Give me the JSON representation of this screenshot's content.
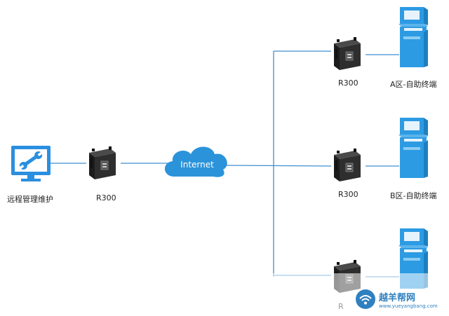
{
  "colors": {
    "link": "#3f8fd0",
    "monitor": "#2a8fe0",
    "cloud": "#2b93d9",
    "router_body": "#2b2b2b",
    "kiosk": "#2c9be3",
    "watermark": "#2f80c0"
  },
  "nodes": {
    "monitor": {
      "icon": "monitor-wrench-icon",
      "label": "远程管理维护"
    },
    "router_left": {
      "icon": "router-icon",
      "label": "R300"
    },
    "cloud": {
      "icon": "cloud-icon",
      "label": "Internet"
    },
    "router_a": {
      "icon": "router-icon",
      "label": "R300"
    },
    "router_b": {
      "icon": "router-icon",
      "label": "R300"
    },
    "router_c": {
      "icon": "router-icon",
      "label": "R"
    },
    "kiosk_a": {
      "icon": "kiosk-icon",
      "label": "A区-自助终端"
    },
    "kiosk_b": {
      "icon": "kiosk-icon",
      "label": "B区-自助终端"
    },
    "kiosk_c": {
      "icon": "kiosk-icon",
      "label": ""
    }
  },
  "watermark": {
    "logo": "wifi-logo-icon",
    "name": "越羊帮网",
    "url": "www.yueyangbang.com"
  }
}
